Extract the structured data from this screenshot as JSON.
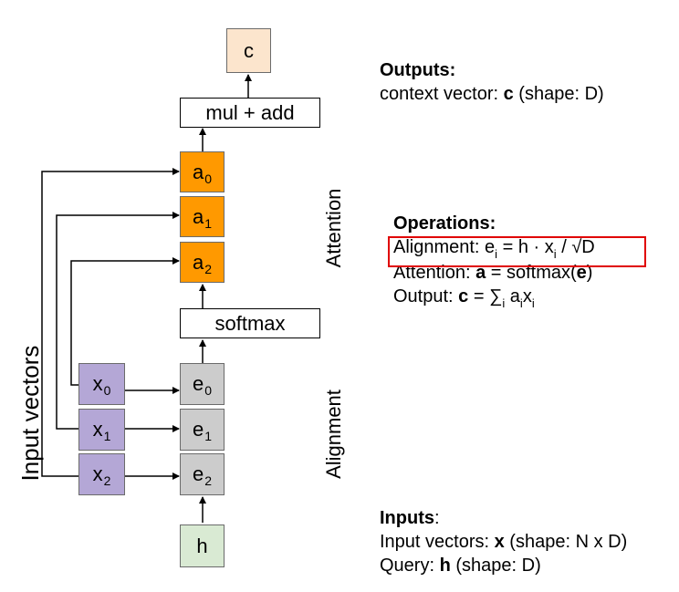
{
  "diagram": {
    "context_box": "c",
    "mul_add_box": "mul + add",
    "softmax_box": "softmax",
    "query_box": "h",
    "attention_weights": [
      {
        "sym": "a",
        "sub": "0"
      },
      {
        "sym": "a",
        "sub": "1"
      },
      {
        "sym": "a",
        "sub": "2"
      }
    ],
    "alignment_scores": [
      {
        "sym": "e",
        "sub": "0"
      },
      {
        "sym": "e",
        "sub": "1"
      },
      {
        "sym": "e",
        "sub": "2"
      }
    ],
    "input_vectors": [
      {
        "sym": "x",
        "sub": "0"
      },
      {
        "sym": "x",
        "sub": "1"
      },
      {
        "sym": "x",
        "sub": "2"
      }
    ],
    "label_attention": "Attention",
    "label_alignment": "Alignment",
    "label_input_vectors": "Input vectors",
    "colors": {
      "attention": "#ff9900",
      "alignment": "#cccccc",
      "inputs": "#b4a7d6",
      "query": "#d9ead3",
      "context": "#fce5cd",
      "highlight": "#e00000"
    }
  },
  "outputs": {
    "heading": "Outputs:",
    "line_prefix": "context vector: ",
    "line_bold": "c",
    "line_suffix": " (shape: D)"
  },
  "operations": {
    "heading": "Operations:",
    "alignment": {
      "label": "Alignment: e",
      "sub_i": "i",
      "mid": " = h · x",
      "sub_i2": "i",
      "tail": " / √D"
    },
    "attention": {
      "prefix": "Attention: ",
      "bold_a": "a",
      "mid": " = softmax(",
      "bold_e": "e",
      "tail": ")"
    },
    "output": {
      "prefix": "Output: ",
      "bold_c": "c",
      "mid": " = ∑",
      "sub1": "i",
      "a": " a",
      "sub2": "i",
      "x": "x",
      "sub3": "i"
    }
  },
  "inputs": {
    "heading": "Inputs",
    "colon": ":",
    "line1_prefix": "Input vectors: ",
    "line1_bold": "x",
    "line1_suffix": " (shape: N x D)",
    "line2_prefix": "Query: ",
    "line2_bold": "h",
    "line2_suffix": " (shape: D)"
  }
}
